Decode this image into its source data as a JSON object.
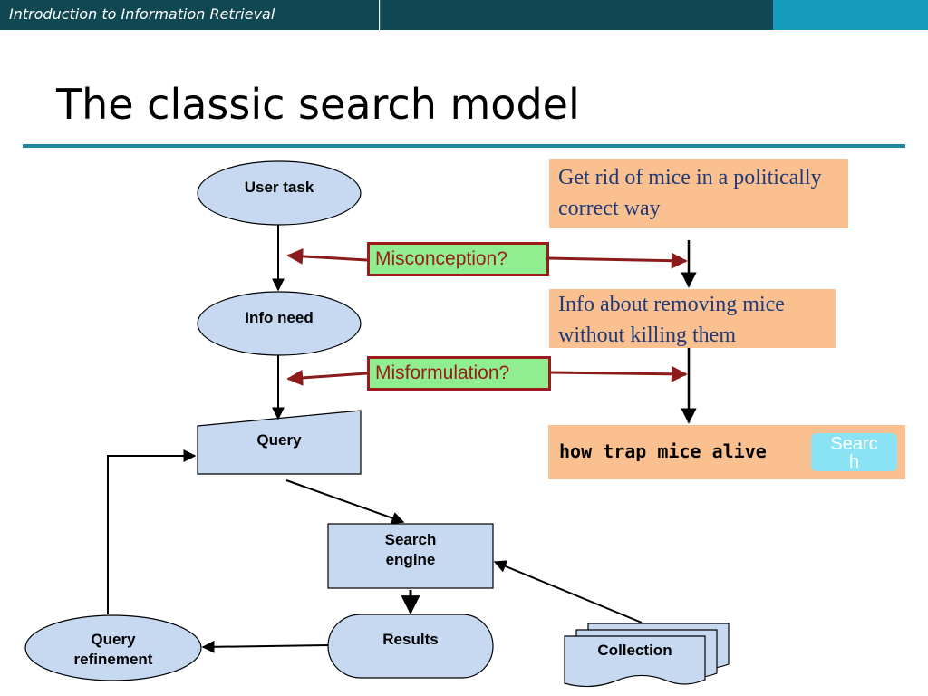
{
  "header": {
    "course": "Introduction to Information Retrieval"
  },
  "title": "The classic search model",
  "nodes": {
    "user_task": "User task",
    "info_need": "Info need",
    "query": "Query",
    "search_engine_line1": "Search",
    "search_engine_line2": "engine",
    "results": "Results",
    "query_refinement_line1": "Query",
    "query_refinement_line2": "refinement",
    "collection": "Collection"
  },
  "tags": {
    "misconception": "Misconception?",
    "misformulation": "Misformulation?"
  },
  "example": {
    "task": "Get rid of mice in a politically correct way",
    "need": "Info about removing mice without killing them",
    "query": "how trap mice alive",
    "search_button": "Search"
  },
  "colors": {
    "banner": "#0f4853",
    "banner_accent": "#169dbd",
    "node_fill": "#c6d9f1",
    "note_fill": "#fac090",
    "note_text": "#1f3a78",
    "tag_fill": "#90ee90",
    "tag_border": "#9b1b1b",
    "search_button": "#8ae3f5"
  }
}
